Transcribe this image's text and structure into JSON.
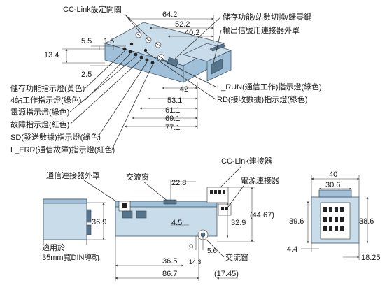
{
  "labels": {
    "cc_link_setting_switch": "CC-Link設定開關",
    "storage_switch": "儲存功能/站數切換/歸零鍵",
    "output_connector_cover": "輸出信號用連接器外罩",
    "storage_led": "儲存功能指示燈(黃色)",
    "station4_led": "4站工作指示燈(綠色)",
    "power_led": "電源指示燈(綠色)",
    "fault_led": "故障指示燈(紅色)",
    "sd_led": "SD(發送數據)指示燈(綠色)",
    "lerr_led": "L_ERR(通信故障)指示燈(紅色)",
    "lrun_led": "L_RUN(通信工作)指示燈(綠色)",
    "rd_led": "RD(接收數據)指示燈(綠色)",
    "comm_connector_cover": "通信連接器外罩",
    "window_top": "交流窗",
    "window_bottom": "交流窗",
    "cc_link_connector": "CC-Link連接器",
    "power_connector": "電源連接器",
    "din_rail_line1": "適用於",
    "din_rail_line2": "35mm寬DIN導軌"
  },
  "dims": {
    "d64_2": "64.2",
    "d52_2": "52.2",
    "d40_2": "40.2",
    "d5_5": "5.5",
    "d1_5": "1.5",
    "d13_4": "13.4",
    "d2_5": "2.5",
    "d42": "42",
    "d53_1": "53.1",
    "d61_1": "61.1",
    "d69_1": "69.1",
    "d77_1": "77.1",
    "d22_8": "22.8",
    "d36_9": "36.9",
    "d4_5": "4.5",
    "d32_9": "32.9",
    "d44_67": "(44.67)",
    "d9": "9",
    "d5_6": "5.6",
    "d36_5": "36.5",
    "d14_3": "14.3",
    "d86_7": "86.7",
    "d17_45": "(17.45)",
    "d40": "40",
    "d30_6": "30.6",
    "d39_6": "39.6",
    "d38_6": "38.6",
    "d4_4": "4.4",
    "d18_25": "18.25"
  }
}
